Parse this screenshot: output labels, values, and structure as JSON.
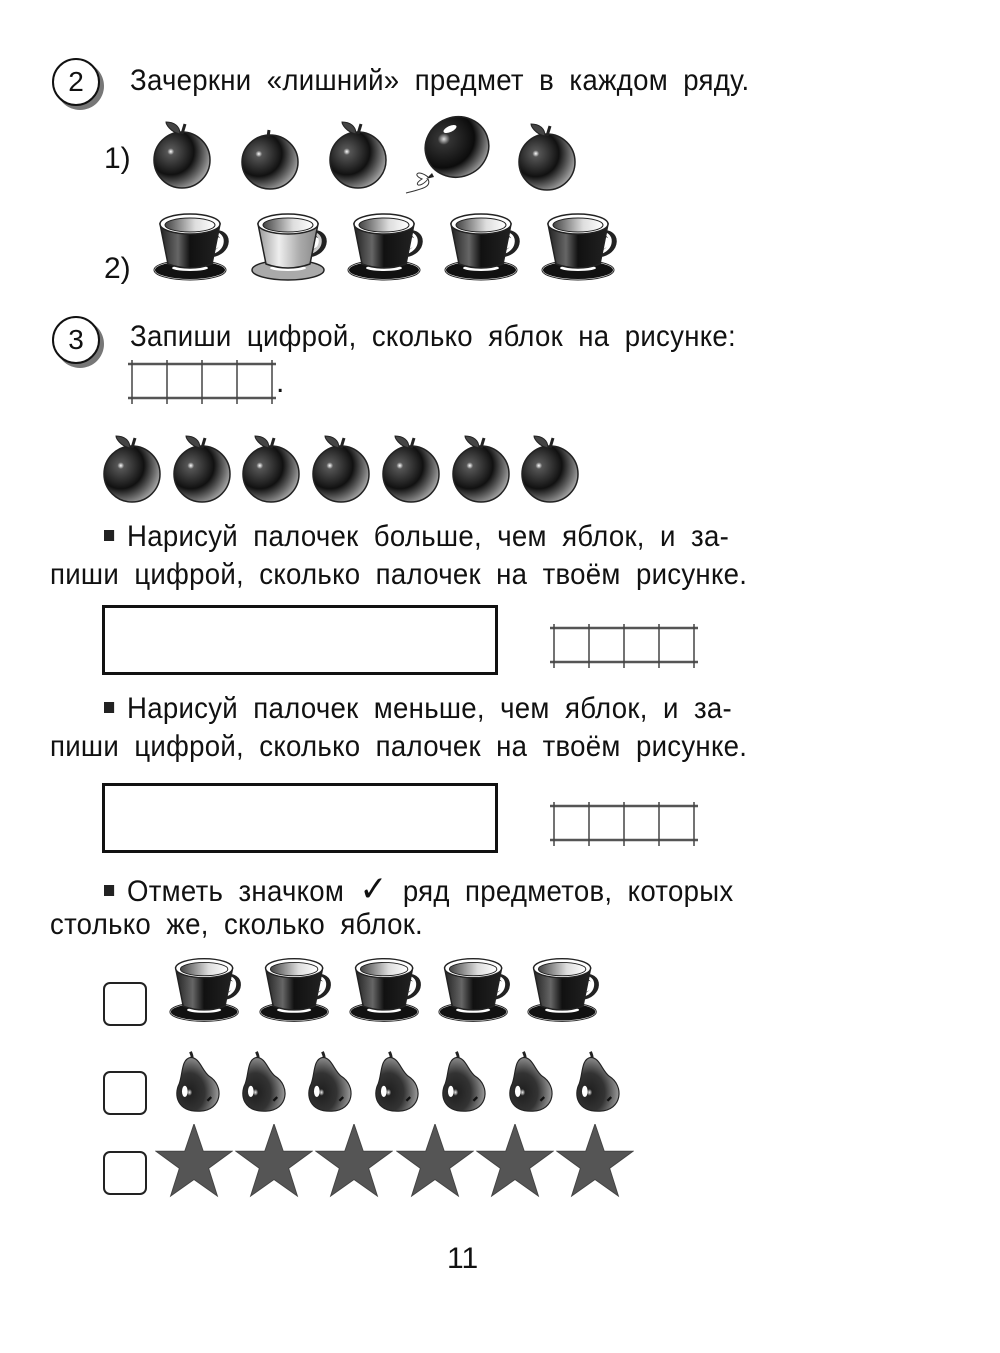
{
  "task2": {
    "number": "2",
    "instruction": "Зачеркни «лишний» предмет в каждом ряду.",
    "rows": [
      {
        "label": "1)",
        "items": [
          "apple",
          "apple-no-leaf",
          "apple",
          "balloon",
          "apple"
        ]
      },
      {
        "label": "2)",
        "items": [
          "cup-dark",
          "cup-light",
          "cup-dark",
          "cup-dark",
          "cup-dark"
        ]
      }
    ]
  },
  "task3": {
    "number": "3",
    "instruction": "Запиши цифрой, сколько яблок на рисунке:",
    "answer_cells": 4,
    "answer_period": ".",
    "apples_count": 7,
    "sub_tasks": [
      {
        "line1": "Нарисуй палочек больше, чем яблок, и за-",
        "line2": "пиши цифрой, сколько палочек на твоём рисунке."
      },
      {
        "line1": "Нарисуй палочек меньше, чем яблок, и за-",
        "line2": "пиши цифрой, сколько палочек на твоём рисунке."
      }
    ],
    "check_task": {
      "line1_before": "Отметь значком",
      "check_glyph": "✓",
      "line1_after": "ряд предметов, которых",
      "line2": "столько же, сколько яблок."
    },
    "check_rows": [
      {
        "item": "cup",
        "count": 5,
        "checked": false
      },
      {
        "item": "pear",
        "count": 7,
        "checked": false
      },
      {
        "item": "star",
        "count": 6,
        "checked": false
      }
    ]
  },
  "page_number": "11",
  "colors": {
    "ink": "#111111",
    "star": "#555555",
    "grid": "#666666"
  }
}
